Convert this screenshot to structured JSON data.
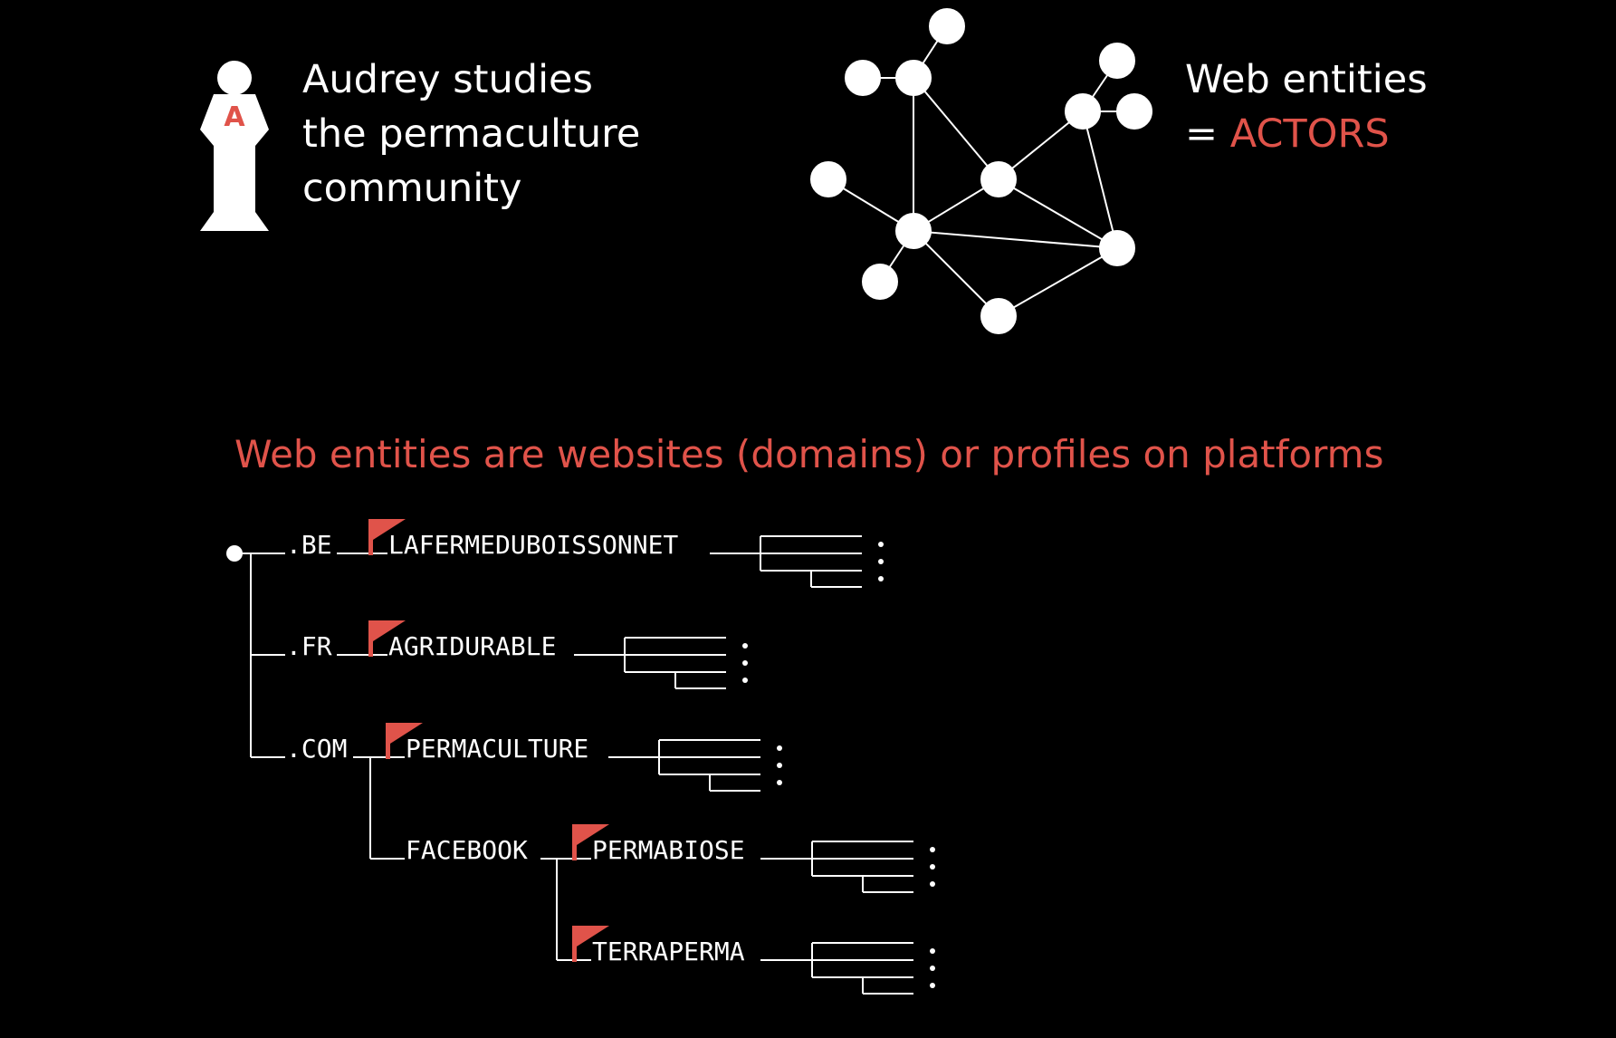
{
  "colors": {
    "background": "#000000",
    "foreground": "#ffffff",
    "accent": "#e0534a"
  },
  "researcher": {
    "badge_letter": "A",
    "caption_lines": [
      "Audrey studies",
      "the permaculture",
      "community"
    ]
  },
  "network": {
    "caption_line1": "Web entities",
    "caption_prefix": "= ",
    "caption_highlight": "ACTORS"
  },
  "subtitle": "Web entities are websites (domains) or profiles on platforms",
  "tree": {
    "tlds": [
      ".BE",
      ".FR",
      ".COM"
    ],
    "platform": "FACEBOOK",
    "entities": [
      "LAFERMEDUBOISSONNET",
      "AGRIDURABLE",
      "PERMACULTURE",
      "PERMABIOSE",
      "TERRAPERMA"
    ],
    "more_glyph": "⋮"
  }
}
